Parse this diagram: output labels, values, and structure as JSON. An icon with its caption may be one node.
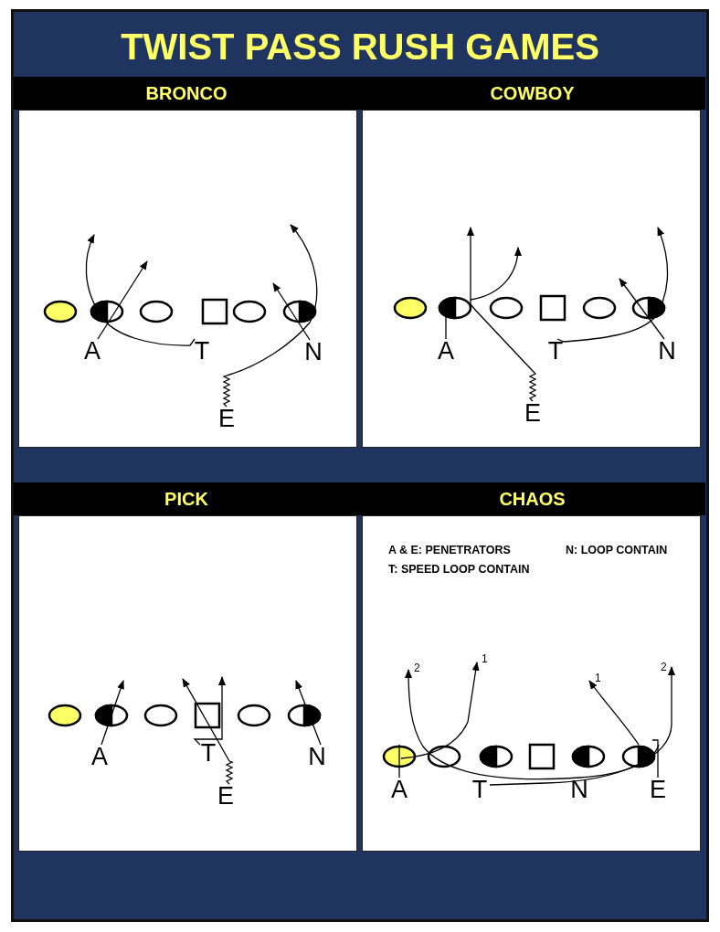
{
  "diagram": {
    "title": "TWIST PASS RUSH GAMES",
    "nodes": [
      {
        "text": [
          "BRONCO"
        ]
      },
      {
        "text": [
          "A"
        ],
        "in": 0
      },
      {
        "text": [
          "T"
        ],
        "in": 0
      },
      {
        "text": [
          "N"
        ],
        "in": 0
      },
      {
        "text": [
          "E"
        ],
        "in": 0
      },
      {
        "text": [
          "COWBOY"
        ]
      },
      {
        "text": [
          "A"
        ],
        "in": 5
      },
      {
        "text": [
          "T"
        ],
        "in": 5
      },
      {
        "text": [
          "N"
        ],
        "in": 5
      },
      {
        "text": [
          "E"
        ],
        "in": 5
      },
      {
        "text": [
          "PICK"
        ]
      },
      {
        "text": [
          "A"
        ],
        "in": 10
      },
      {
        "text": [
          "T"
        ],
        "in": 10
      },
      {
        "text": [
          "N"
        ],
        "in": 10
      },
      {
        "text": [
          "E"
        ],
        "in": 10
      },
      {
        "text": [
          "CHAOS",
          "A & E: PENETRATORS",
          "N: LOOP CONTAIN",
          "T: SPEED LOOP CONTAIN"
        ]
      },
      {
        "text": [
          "A"
        ],
        "in": 15
      },
      {
        "text": [
          "T"
        ],
        "in": 15
      },
      {
        "text": [
          "N"
        ],
        "in": 15
      },
      {
        "text": [
          "E"
        ],
        "in": 15
      }
    ],
    "edges": [
      {
        "from": 1,
        "to": null,
        "arrow": "to"
      },
      {
        "from": 2,
        "to": null,
        "arrow": "to"
      },
      {
        "from": 3,
        "to": null,
        "arrow": "to"
      },
      {
        "from": 4,
        "to": null,
        "arrow": "to"
      },
      {
        "from": 6,
        "to": null,
        "arrow": "to"
      },
      {
        "from": 7,
        "to": null,
        "arrow": "to"
      },
      {
        "from": 8,
        "to": null,
        "arrow": "to"
      },
      {
        "from": 9,
        "to": null,
        "arrow": "to"
      },
      {
        "from": 11,
        "to": null,
        "arrow": "to"
      },
      {
        "from": 12,
        "to": null,
        "arrow": "to"
      },
      {
        "from": 13,
        "to": null,
        "arrow": "to"
      },
      {
        "from": 14,
        "to": null,
        "arrow": "to"
      },
      {
        "from": 16,
        "to": null,
        "arrow": "to",
        "label": "1"
      },
      {
        "from": 17,
        "to": null,
        "arrow": "to",
        "label": "2"
      },
      {
        "from": 18,
        "to": null,
        "arrow": "to",
        "label": "2"
      },
      {
        "from": 19,
        "to": null,
        "arrow": "to",
        "label": "1"
      }
    ]
  }
}
